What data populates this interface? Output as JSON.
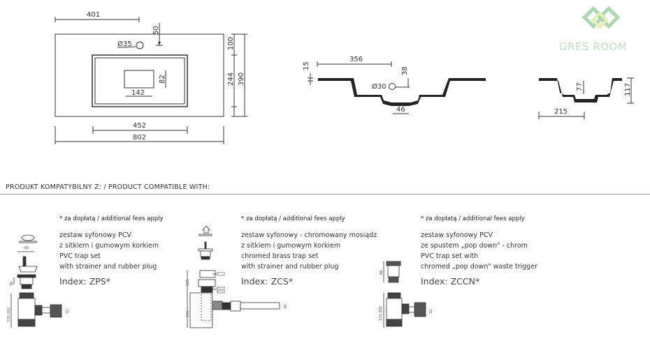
{
  "logo": {
    "text": "GRES ROOM",
    "colors": {
      "green": "#a9d8b0",
      "yellow": "#e4efb4"
    }
  },
  "top_view": {
    "dims": {
      "tap_offset": "401",
      "tap_from_edge": "50",
      "tap_diameter": "Ø35",
      "back_to_basin": "100",
      "basin_depth": "244",
      "total_depth": "390",
      "drain_width": "142",
      "drain_height": "82",
      "basin_width": "452",
      "total_width": "802"
    }
  },
  "side_view": {
    "dims": {
      "slab": "15",
      "drain_offset": "356",
      "overflow_height": "38",
      "overflow_diameter": "Ø30",
      "drain_outlet": "46"
    }
  },
  "end_view": {
    "dims": {
      "basin_depth": "77",
      "total_height": "117",
      "center": "215"
    }
  },
  "compat": {
    "heading": "PRODUKT KOMPATYBILNY Z: / PRODUCT COMPATIBLE WITH:",
    "products": [
      {
        "note": "* za dopłatą / additional fees apply",
        "lines": [
          "zestaw syfonowy PCV",
          "z sitkiem i gumowym korkiem",
          "PVC trap set",
          "with strainer and rubber plug"
        ],
        "index": "Index: ZPS*",
        "dims": [
          "60",
          "36",
          "132-202",
          "32"
        ]
      },
      {
        "note": "* za dopłatą / additional fees apply",
        "lines": [
          "zestaw syfonowy - chromowany mosiądz",
          "z sitkiem i gumowym korkiem",
          "chromed brass trap set",
          "with strainer and rubber plug"
        ],
        "index": "Index: ZCS*",
        "dims": [
          "125",
          "165",
          "32"
        ]
      },
      {
        "note": "* za dopłatą / additional fees apply",
        "lines": [
          "zestaw syfonowy PCV",
          "ze spustem „pop down\" - chrom",
          "PVC trap set with",
          "chromed „pop down\" waste trigger"
        ],
        "index": "Index: ZCCN*",
        "dims": [
          "86",
          "132-202",
          "32"
        ]
      }
    ]
  }
}
